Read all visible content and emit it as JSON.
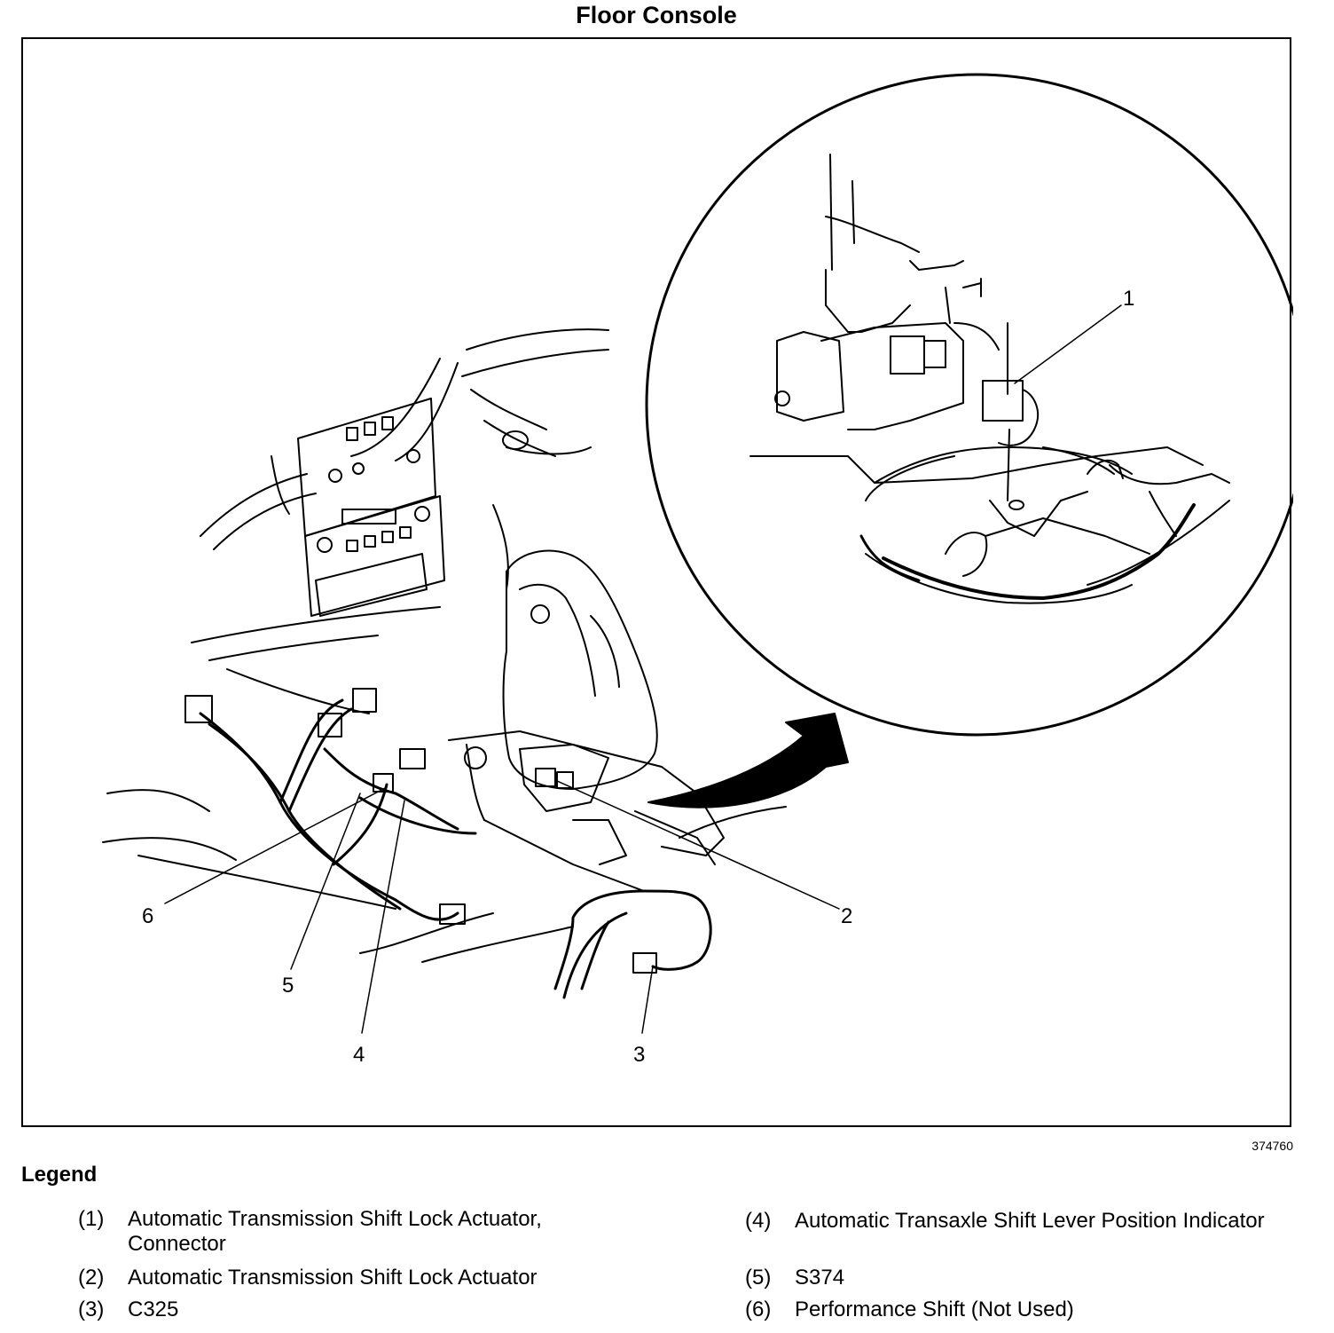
{
  "title": "Floor Console",
  "figure_id": "374760",
  "callouts": [
    "1",
    "2",
    "3",
    "4",
    "5",
    "6"
  ],
  "legend": {
    "heading": "Legend",
    "items": [
      {
        "num": "(1)",
        "text": "Automatic Transmission Shift Lock Actuator, Connector"
      },
      {
        "num": "(2)",
        "text": "Automatic Transmission Shift Lock Actuator"
      },
      {
        "num": "(3)",
        "text": "C325"
      },
      {
        "num": "(4)",
        "text": "Automatic Transaxle Shift Lever Position Indicator"
      },
      {
        "num": "(5)",
        "text": "S374"
      },
      {
        "num": "(6)",
        "text": "Performance Shift (Not Used)"
      }
    ]
  }
}
